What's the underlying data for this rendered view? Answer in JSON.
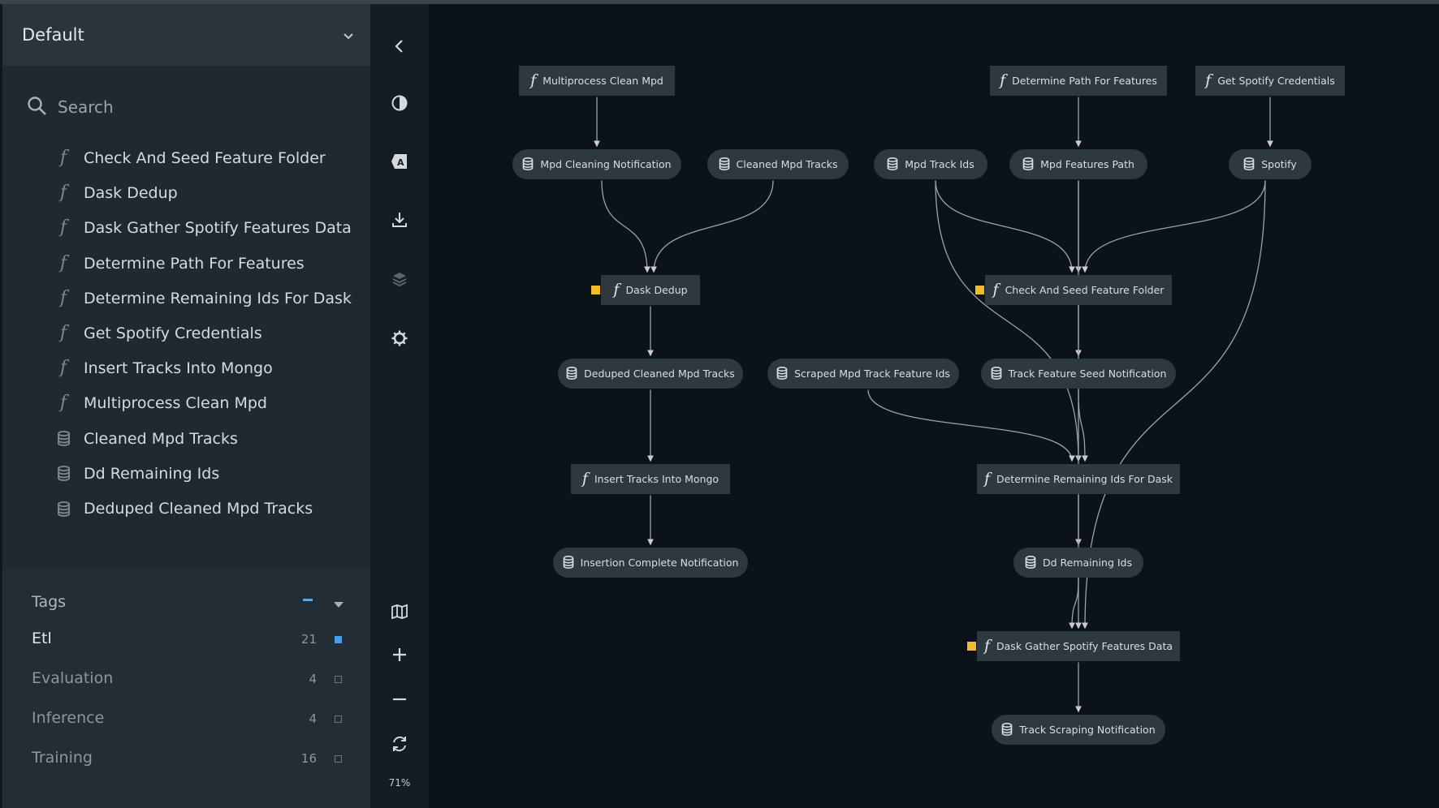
{
  "pipeline_selector": {
    "label": "Default"
  },
  "search": {
    "placeholder": "Search"
  },
  "sidebar_items": [
    {
      "type": "function",
      "label": "Check And Seed Feature Folder"
    },
    {
      "type": "function",
      "label": "Dask Dedup"
    },
    {
      "type": "function",
      "label": "Dask Gather Spotify Features Data"
    },
    {
      "type": "function",
      "label": "Determine Path For Features"
    },
    {
      "type": "function",
      "label": "Determine Remaining Ids For Dask"
    },
    {
      "type": "function",
      "label": "Get Spotify Credentials"
    },
    {
      "type": "function",
      "label": "Insert Tracks Into Mongo"
    },
    {
      "type": "function",
      "label": "Multiprocess Clean Mpd"
    },
    {
      "type": "asset",
      "label": "Cleaned Mpd Tracks"
    },
    {
      "type": "asset",
      "label": "Dd Remaining Ids"
    },
    {
      "type": "asset",
      "label": "Deduped Cleaned Mpd Tracks"
    }
  ],
  "tags": {
    "header": "Tags",
    "items": [
      {
        "name": "Etl",
        "count": "21",
        "active": true
      },
      {
        "name": "Evaluation",
        "count": "4",
        "active": false
      },
      {
        "name": "Inference",
        "count": "4",
        "active": false
      },
      {
        "name": "Training",
        "count": "16",
        "active": false
      }
    ]
  },
  "toolbar": {
    "buttons": [
      "collapse-sidebar-icon",
      "theme-toggle-icon",
      "labels-icon",
      "download-icon",
      "layers-icon",
      "settings-icon",
      "minimap-icon",
      "zoom-in-icon",
      "zoom-out-icon",
      "reset-view-icon"
    ],
    "zoom_level": "71%"
  },
  "colors": {
    "accent_blue": "#4a9ee6",
    "marker_yellow": "#f2bb2c",
    "node_bg": "#2d383f",
    "canvas_bg": "#0b1318"
  },
  "graph": {
    "nodes": [
      {
        "id": "multiprocess_clean_mpd",
        "type": "function",
        "label": "Multiprocess Clean Mpd",
        "marker": false
      },
      {
        "id": "determine_path",
        "type": "function",
        "label": "Determine Path For Features",
        "marker": false
      },
      {
        "id": "get_spotify_creds",
        "type": "function",
        "label": "Get Spotify Credentials",
        "marker": false
      },
      {
        "id": "mpd_cleaning_notification",
        "type": "asset",
        "label": "Mpd Cleaning Notification",
        "marker": false
      },
      {
        "id": "cleaned_mpd_tracks",
        "type": "asset",
        "label": "Cleaned Mpd Tracks",
        "marker": false
      },
      {
        "id": "mpd_track_ids",
        "type": "asset",
        "label": "Mpd Track Ids",
        "marker": false
      },
      {
        "id": "mpd_features_path",
        "type": "asset",
        "label": "Mpd Features Path",
        "marker": false
      },
      {
        "id": "spotify",
        "type": "asset",
        "label": "Spotify",
        "marker": false
      },
      {
        "id": "dask_dedup",
        "type": "function",
        "label": "Dask Dedup",
        "marker": true
      },
      {
        "id": "check_and_seed",
        "type": "function",
        "label": "Check And Seed Feature Folder",
        "marker": true
      },
      {
        "id": "deduped_cleaned",
        "type": "asset",
        "label": "Deduped Cleaned Mpd Tracks",
        "marker": false
      },
      {
        "id": "scraped_ids",
        "type": "asset",
        "label": "Scraped Mpd Track Feature Ids",
        "marker": false
      },
      {
        "id": "track_feature_seed",
        "type": "asset",
        "label": "Track Feature Seed Notification",
        "marker": false
      },
      {
        "id": "insert_tracks",
        "type": "function",
        "label": "Insert Tracks Into Mongo",
        "marker": false
      },
      {
        "id": "determine_remaining",
        "type": "function",
        "label": "Determine Remaining Ids For Dask",
        "marker": false
      },
      {
        "id": "insertion_complete",
        "type": "asset",
        "label": "Insertion Complete Notification",
        "marker": false
      },
      {
        "id": "dd_remaining_ids",
        "type": "asset",
        "label": "Dd Remaining Ids",
        "marker": false
      },
      {
        "id": "dask_gather",
        "type": "function",
        "label": "Dask Gather Spotify Features Data",
        "marker": true
      },
      {
        "id": "track_scraping_notification",
        "type": "asset",
        "label": "Track Scraping Notification",
        "marker": false
      }
    ],
    "edges": [
      [
        "multiprocess_clean_mpd",
        "mpd_cleaning_notification"
      ],
      [
        "determine_path",
        "mpd_features_path"
      ],
      [
        "get_spotify_creds",
        "spotify"
      ],
      [
        "mpd_cleaning_notification",
        "dask_dedup"
      ],
      [
        "cleaned_mpd_tracks",
        "dask_dedup"
      ],
      [
        "mpd_track_ids",
        "check_and_seed"
      ],
      [
        "mpd_features_path",
        "check_and_seed"
      ],
      [
        "spotify",
        "check_and_seed"
      ],
      [
        "dask_dedup",
        "deduped_cleaned"
      ],
      [
        "check_and_seed",
        "track_feature_seed"
      ],
      [
        "deduped_cleaned",
        "insert_tracks"
      ],
      [
        "insert_tracks",
        "insertion_complete"
      ],
      [
        "mpd_track_ids",
        "determine_remaining"
      ],
      [
        "scraped_ids",
        "determine_remaining"
      ],
      [
        "track_feature_seed",
        "determine_remaining"
      ],
      [
        "determine_remaining",
        "dd_remaining_ids"
      ],
      [
        "dd_remaining_ids",
        "dask_gather"
      ],
      [
        "mpd_features_path",
        "dask_gather"
      ],
      [
        "spotify",
        "dask_gather"
      ],
      [
        "dask_gather",
        "track_scraping_notification"
      ]
    ]
  }
}
